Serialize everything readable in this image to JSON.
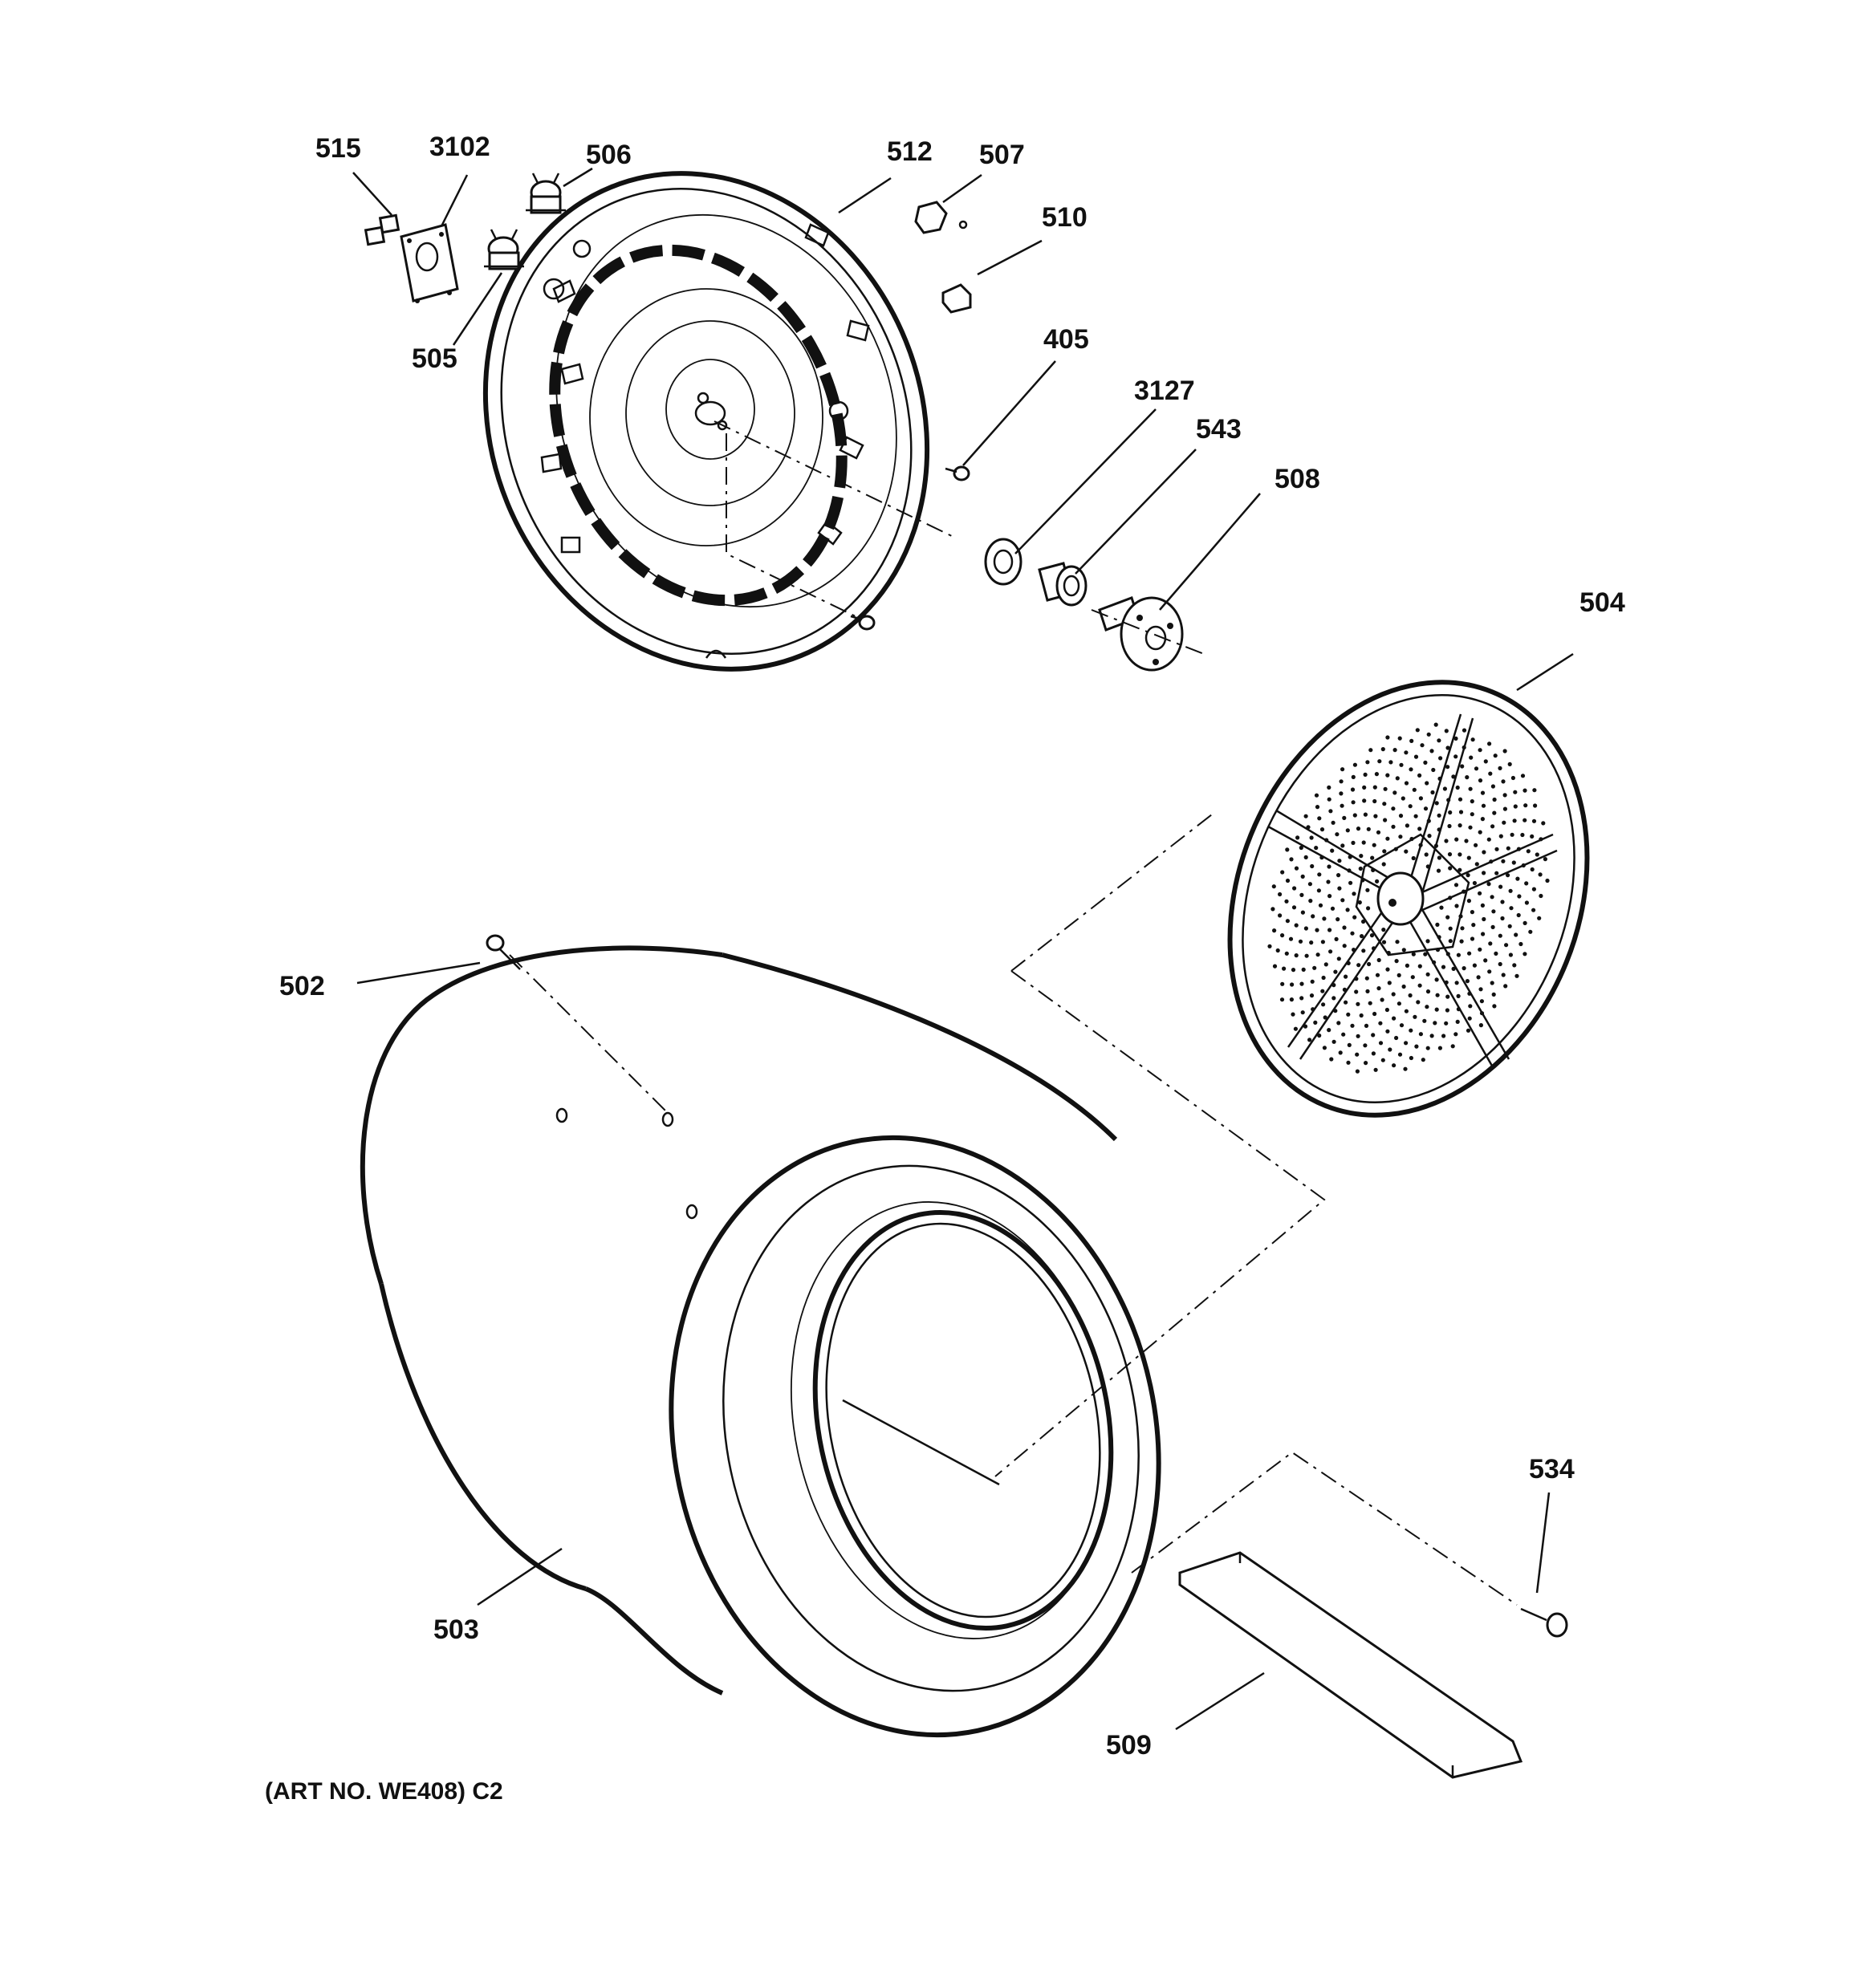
{
  "diagram": {
    "callouts": {
      "p515": "515",
      "p3102": "3102",
      "p506": "506",
      "p512": "512",
      "p507": "507",
      "p510": "510",
      "p505": "505",
      "p405": "405",
      "p3127": "3127",
      "p543": "543",
      "p508": "508",
      "p504": "504",
      "p502": "502",
      "p503": "503",
      "p534": "534",
      "p509": "509"
    },
    "caption": "(ART NO. WE408) C2"
  }
}
